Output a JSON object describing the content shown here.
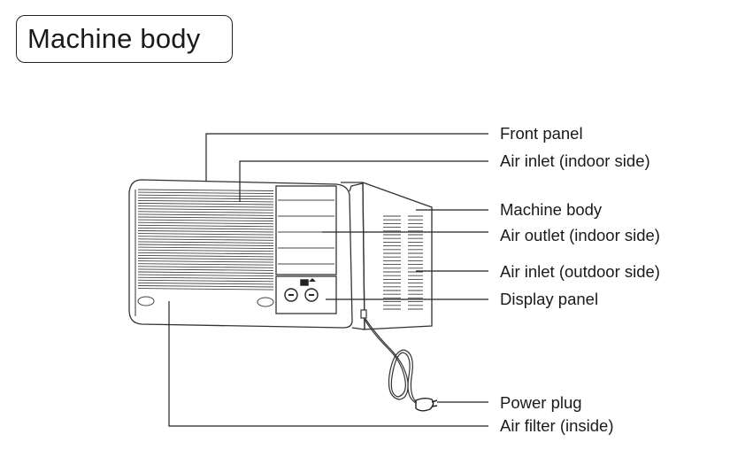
{
  "title": "Machine body",
  "labels": {
    "front_panel": "Front panel",
    "air_inlet_indoor": "Air inlet (indoor side)",
    "machine_body": "Machine body",
    "air_outlet_indoor": "Air outlet (indoor side)",
    "air_inlet_outdoor": "Air inlet (outdoor side)",
    "display_panel": "Display panel",
    "power_plug": "Power plug",
    "air_filter": "Air filter (inside)"
  }
}
